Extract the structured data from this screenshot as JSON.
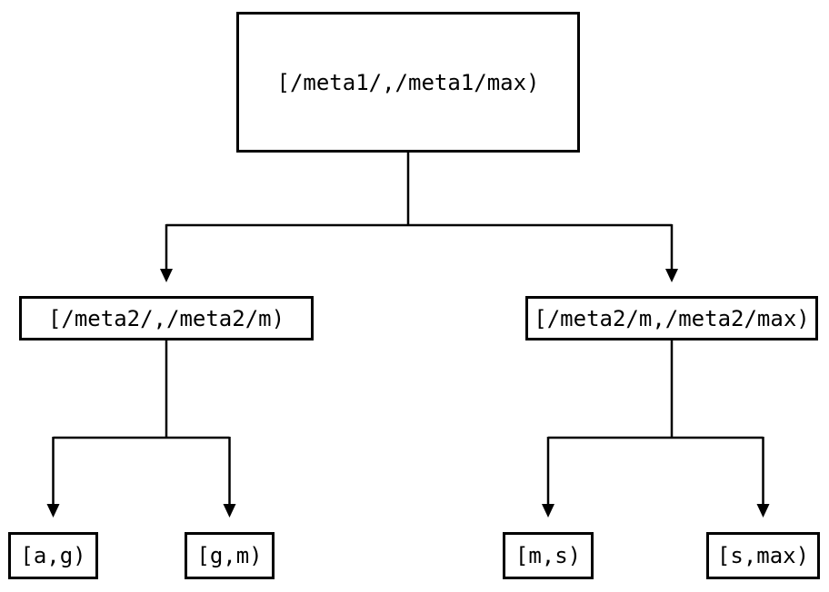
{
  "diagram": {
    "type": "tree",
    "background_color": "#ffffff",
    "line_color": "#000000",
    "node_fill_color": "#ffffff",
    "node_border_color": "#000000",
    "text_color": "#000000",
    "nodes": {
      "root": {
        "label": "[/meta1/,/meta1/max)"
      },
      "meta2_left": {
        "label": "[/meta2/,/meta2/m)"
      },
      "meta2_right": {
        "label": "[/meta2/m,/meta2/max)"
      },
      "leaf_ag": {
        "label": "[a,g)"
      },
      "leaf_gm": {
        "label": "[g,m)"
      },
      "leaf_ms": {
        "label": "[m,s)"
      },
      "leaf_smax": {
        "label": "[s,max)"
      }
    },
    "edges": [
      {
        "from": "root",
        "to": "meta2_left"
      },
      {
        "from": "root",
        "to": "meta2_right"
      },
      {
        "from": "meta2_left",
        "to": "leaf_ag"
      },
      {
        "from": "meta2_left",
        "to": "leaf_gm"
      },
      {
        "from": "meta2_right",
        "to": "leaf_ms"
      },
      {
        "from": "meta2_right",
        "to": "leaf_smax"
      }
    ]
  }
}
